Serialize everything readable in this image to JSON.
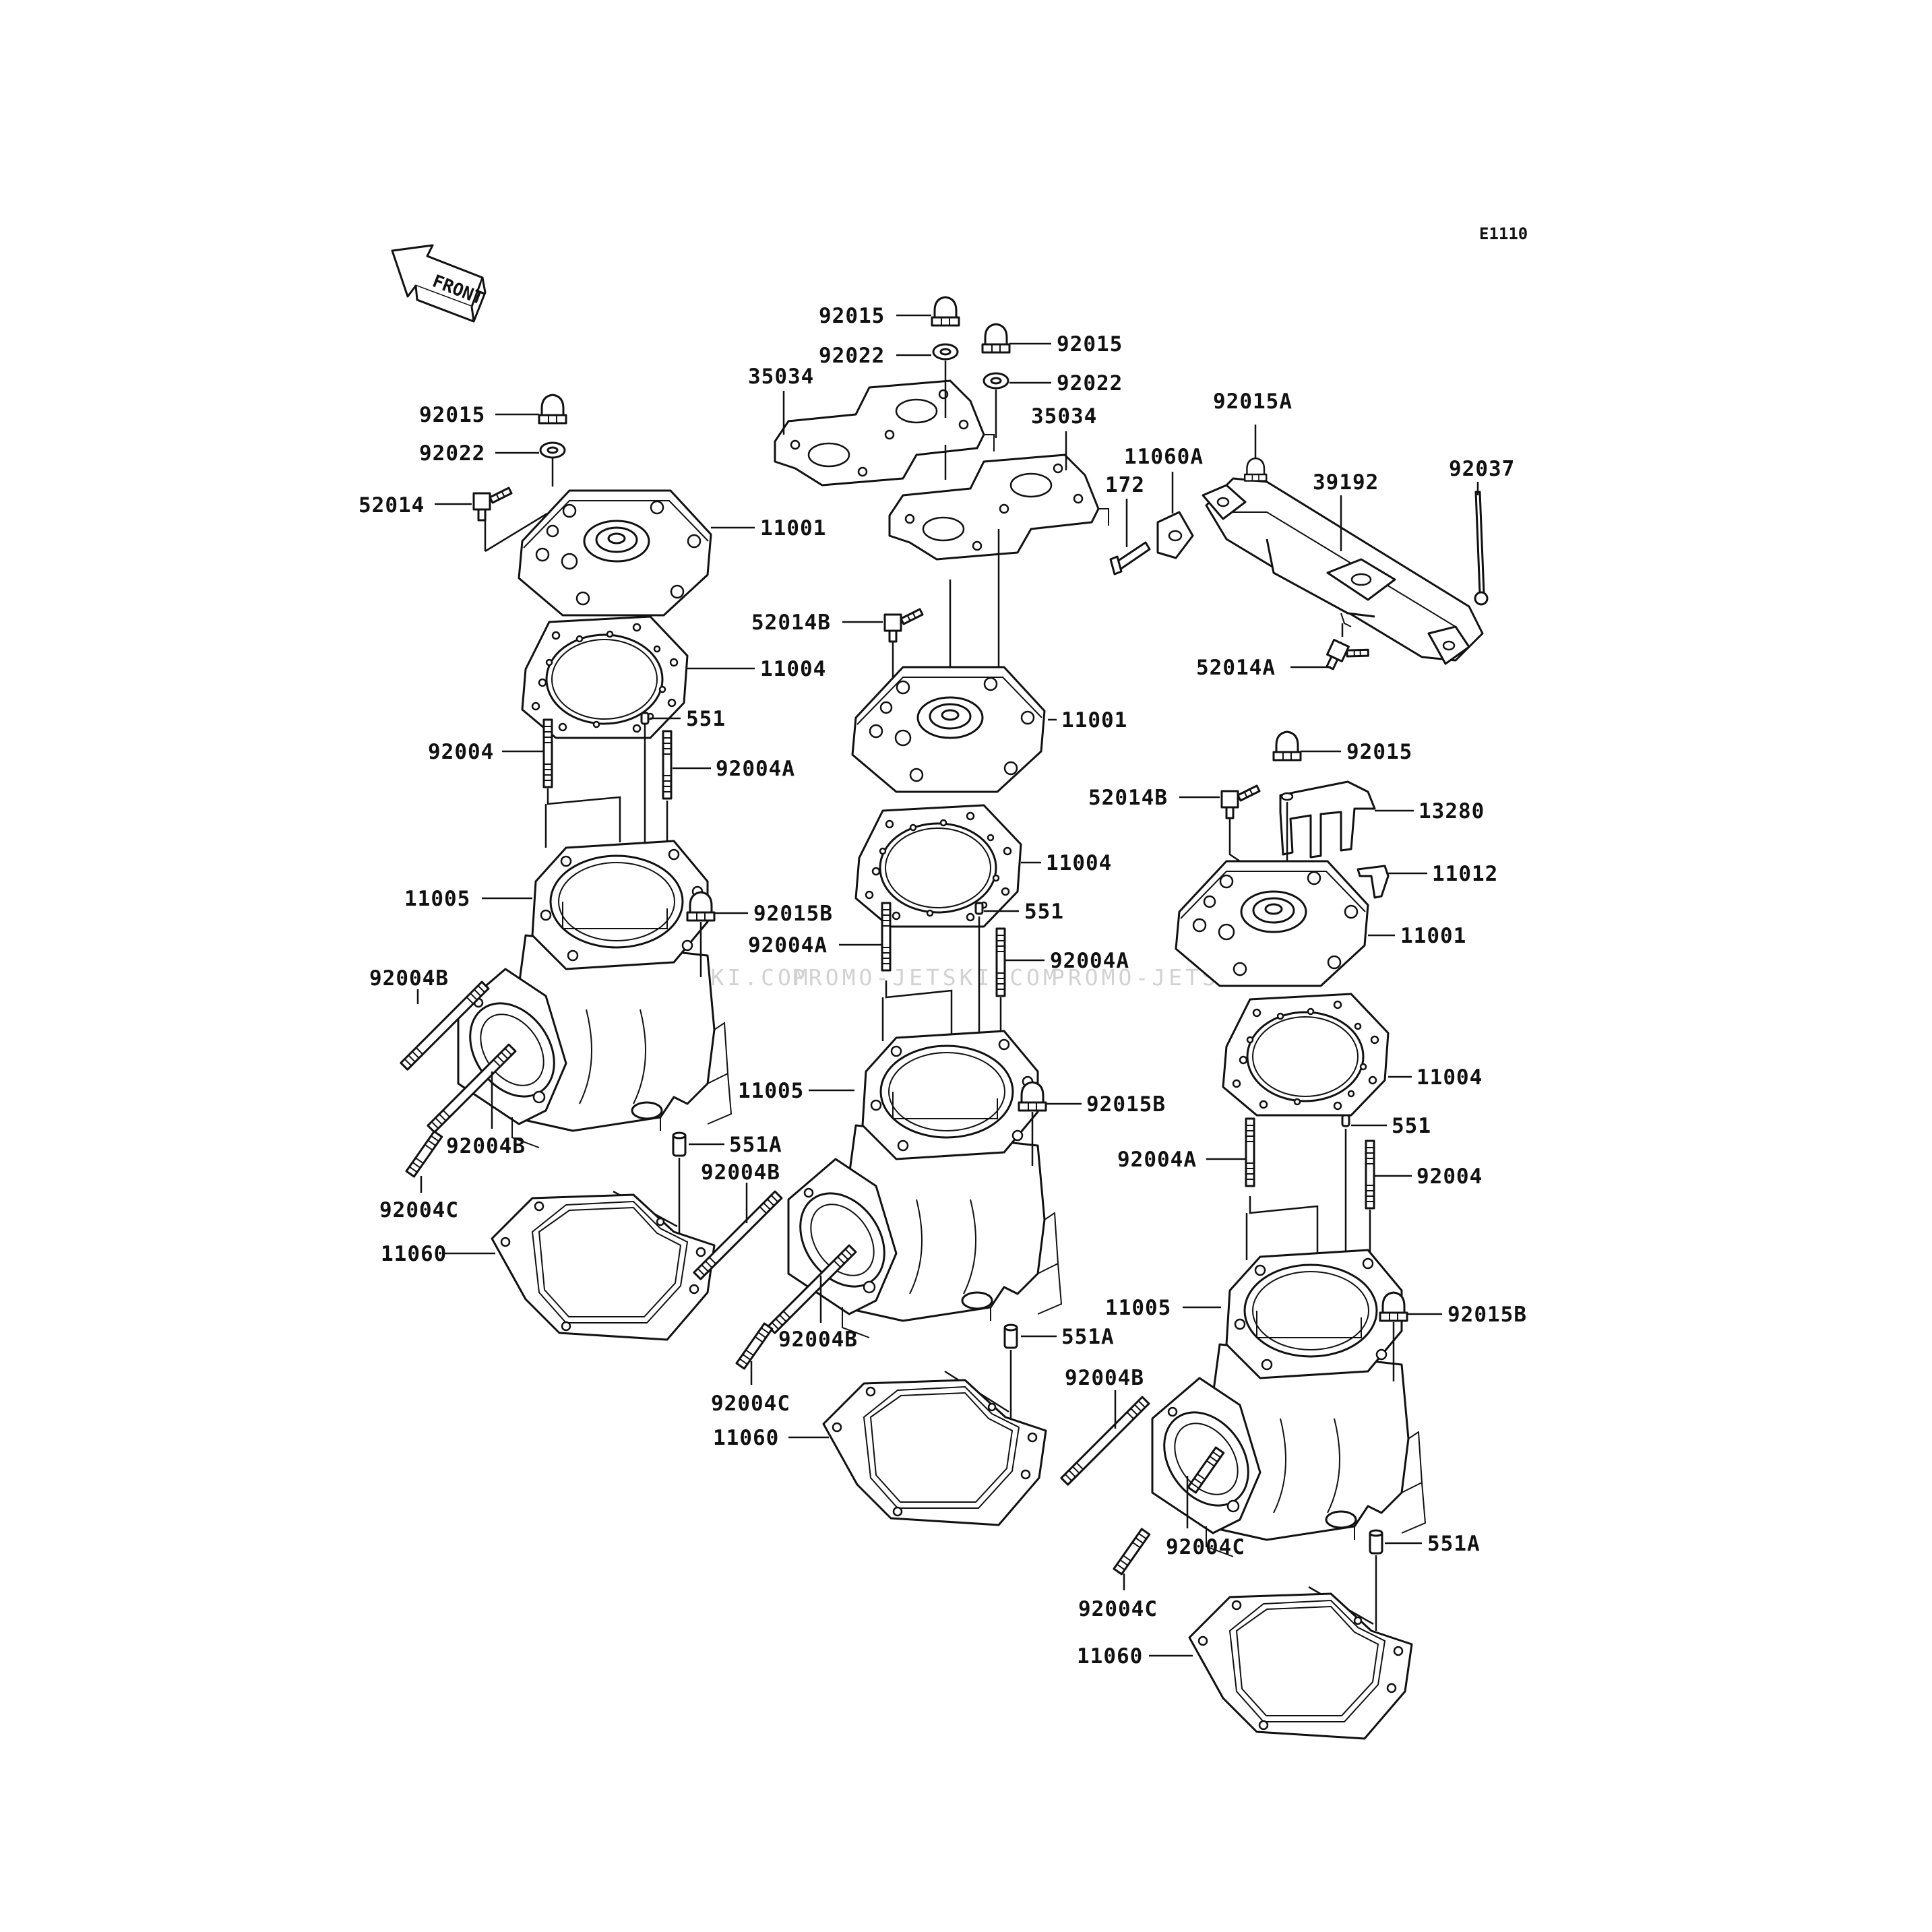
{
  "diagram_code": "E1110",
  "front_label": "FRONT",
  "watermarks": [
    "JETSKI.COM",
    "PROMO-JETSKI.COM",
    "PROMO-JETSKI.COM"
  ],
  "labels": {
    "l1_92015": "92015",
    "l1_92022": "92022",
    "l1_52014": "52014",
    "l1_11001": "11001",
    "l1_11004": "11004",
    "l1_551": "551",
    "l1_92004": "92004",
    "l1_92004A": "92004A",
    "l1_11005": "11005",
    "l1_92015B": "92015B",
    "l1_92004B_a": "92004B",
    "l1_92004B_b": "92004B",
    "l1_92004C": "92004C",
    "l1_551A": "551A",
    "l1_11060": "11060",
    "m_92015_a": "92015",
    "m_92022_a": "92022",
    "m_35034_a": "35034",
    "m_92015_b": "92015",
    "m_92022_b": "92022",
    "m_35034_b": "35034",
    "m_52014B": "52014B",
    "m_11001": "11001",
    "m_11004": "11004",
    "m_551": "551",
    "m_92004A_a": "92004A",
    "m_92004A_b": "92004A",
    "m_11005": "11005",
    "m_92015B": "92015B",
    "m_92004B_a": "92004B",
    "m_92004B_b": "92004B",
    "m_92004C": "92004C",
    "m_551A": "551A",
    "m_11060": "11060",
    "r_92015A": "92015A",
    "r_11060A": "11060A",
    "r_172": "172",
    "r_39192": "39192",
    "r_92037": "92037",
    "r_52014A": "52014A",
    "r_92015": "92015",
    "r_52014B": "52014B",
    "r_13280": "13280",
    "r_11012": "11012",
    "r_11001": "11001",
    "r_11004": "11004",
    "r_551": "551",
    "r_92004A": "92004A",
    "r_92004": "92004",
    "r_11005": "11005",
    "r_92015B": "92015B",
    "r_92004B": "92004B",
    "r_92004C_a": "92004C",
    "r_92004C_b": "92004C",
    "r_551A": "551A",
    "r_11060": "11060"
  }
}
